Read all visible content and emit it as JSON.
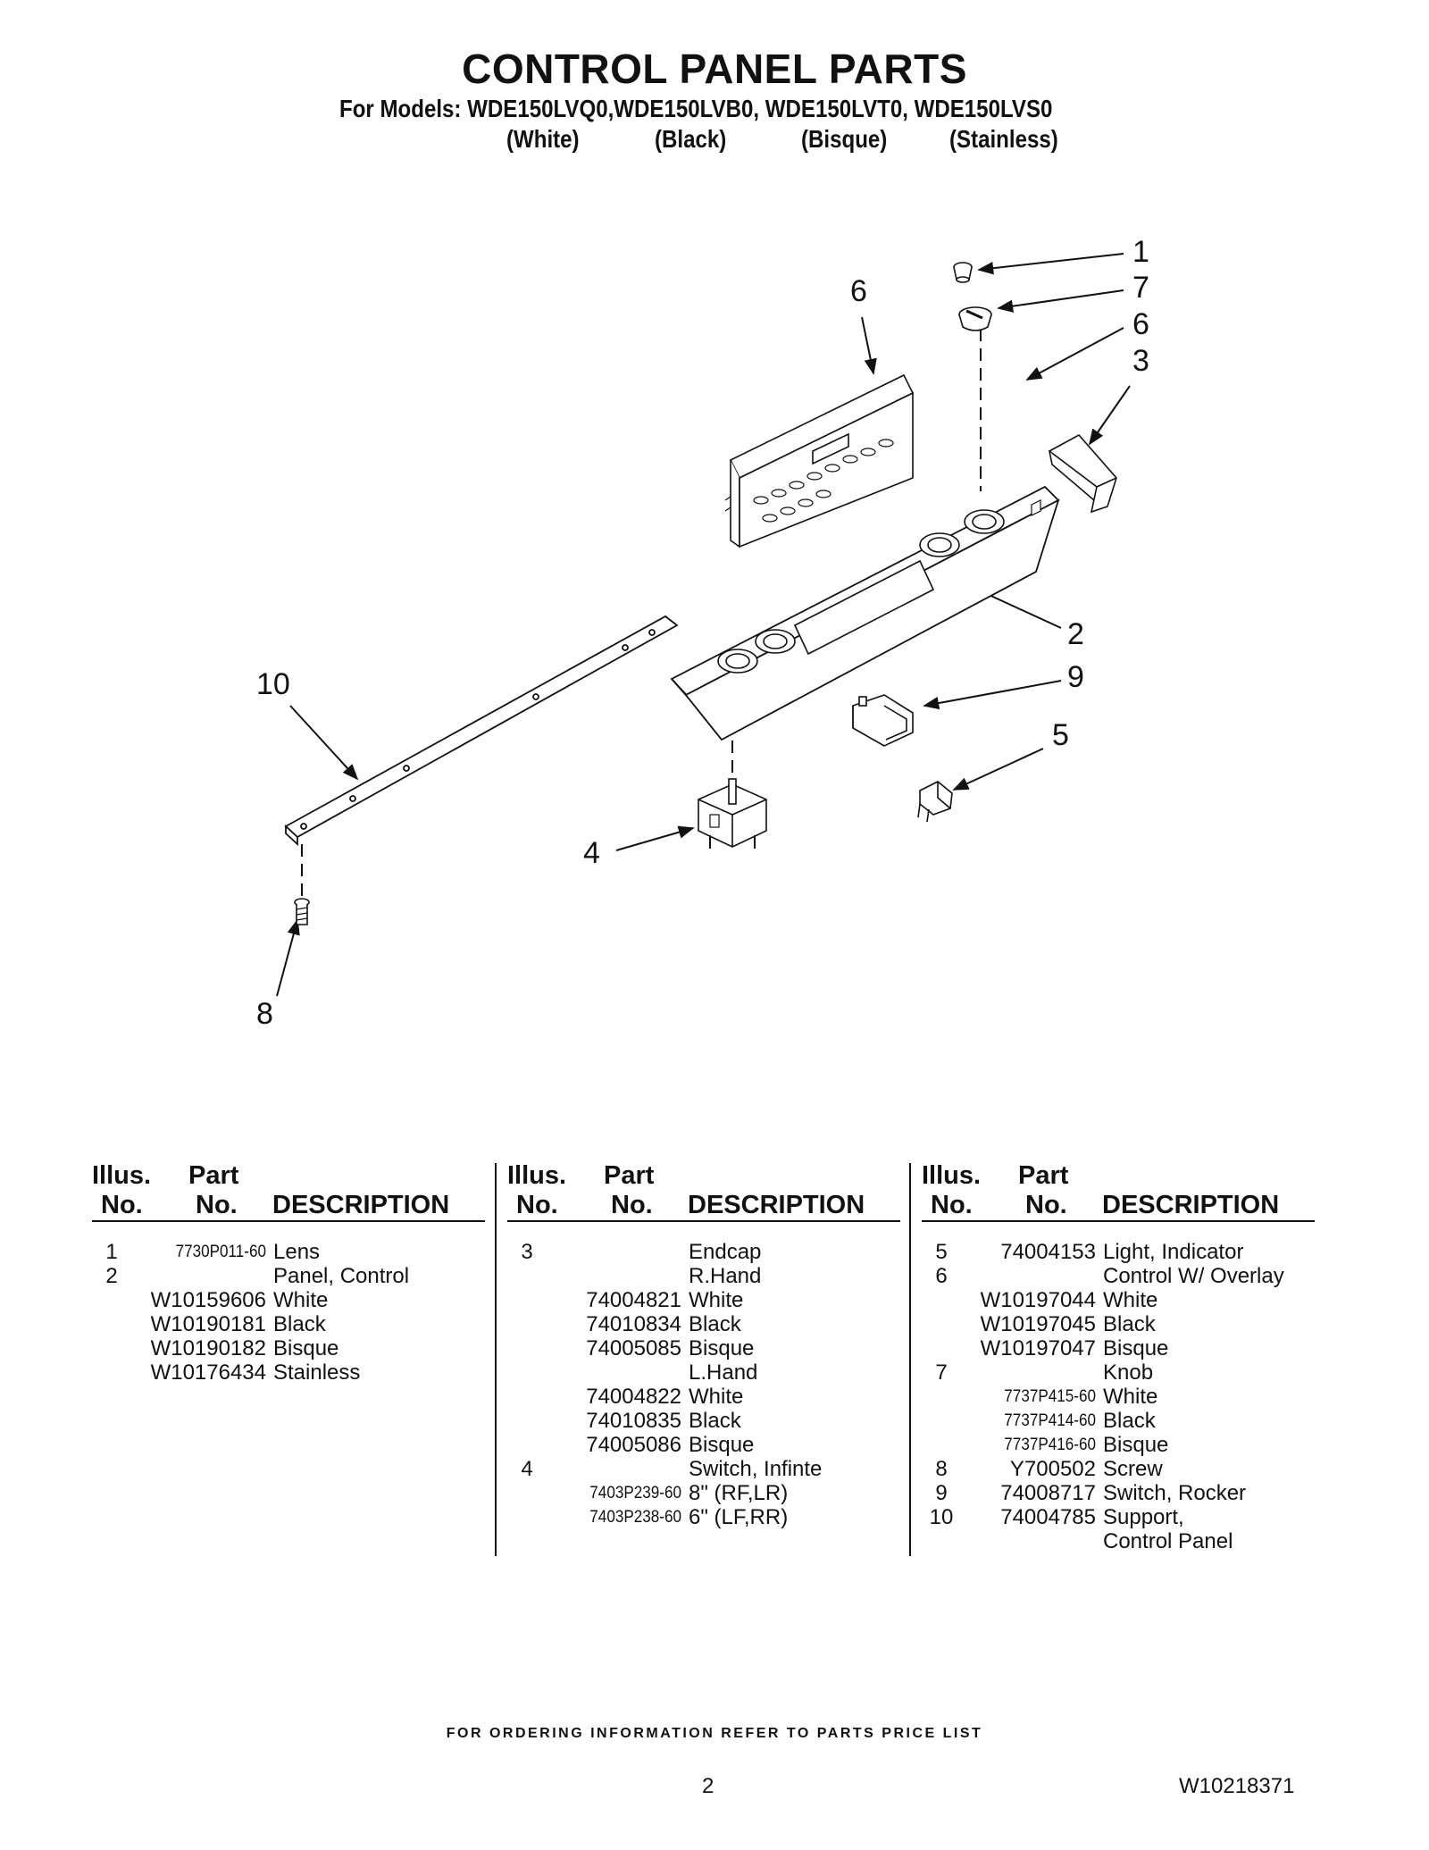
{
  "header": {
    "title": "CONTROL PANEL PARTS",
    "models_line": "For Models: WDE150LVQ0,WDE150LVB0, WDE150LVT0, WDE150LVS0",
    "colors": [
      "(White)",
      "(Black)",
      "(Bisque)",
      "(Stainless)"
    ]
  },
  "diagram": {
    "callouts": [
      "1",
      "7",
      "6",
      "3",
      "6",
      "2",
      "9",
      "5",
      "10",
      "4",
      "8"
    ],
    "display_buttons": [
      "",
      "",
      "",
      "",
      "",
      "",
      "",
      "",
      "",
      "",
      "",
      ""
    ]
  },
  "parts_table": {
    "headers": {
      "illus": "Illus.",
      "no1": "No.",
      "part": "Part",
      "no2": "No.",
      "description": "DESCRIPTION"
    },
    "columns": [
      [
        {
          "illus": "1",
          "part": "7730P011-60",
          "desc": "Lens",
          "small": true
        },
        {
          "illus": "2",
          "part": "",
          "desc": "Panel, Control"
        },
        {
          "illus": "",
          "part": "W10159606",
          "desc": "White"
        },
        {
          "illus": "",
          "part": "W10190181",
          "desc": "Black"
        },
        {
          "illus": "",
          "part": "W10190182",
          "desc": "Bisque"
        },
        {
          "illus": "",
          "part": "W10176434",
          "desc": "Stainless"
        }
      ],
      [
        {
          "illus": "3",
          "part": "",
          "desc": "Endcap"
        },
        {
          "illus": "",
          "part": "",
          "desc": "R.Hand"
        },
        {
          "illus": "",
          "part": "74004821",
          "desc": "White"
        },
        {
          "illus": "",
          "part": "74010834",
          "desc": "Black"
        },
        {
          "illus": "",
          "part": "74005085",
          "desc": "Bisque"
        },
        {
          "illus": "",
          "part": "",
          "desc": "L.Hand"
        },
        {
          "illus": "",
          "part": "74004822",
          "desc": "White"
        },
        {
          "illus": "",
          "part": "74010835",
          "desc": "Black"
        },
        {
          "illus": "",
          "part": "74005086",
          "desc": "Bisque"
        },
        {
          "illus": "4",
          "part": "",
          "desc": "Switch, Infinte"
        },
        {
          "illus": "",
          "part": "7403P239-60",
          "desc": "8\" (RF,LR)",
          "small": true
        },
        {
          "illus": "",
          "part": "7403P238-60",
          "desc": "6\" (LF,RR)",
          "small": true
        }
      ],
      [
        {
          "illus": "5",
          "part": "74004153",
          "desc": "Light, Indicator"
        },
        {
          "illus": "6",
          "part": "",
          "desc": "Control W/ Overlay"
        },
        {
          "illus": "",
          "part": "W10197044",
          "desc": "White"
        },
        {
          "illus": "",
          "part": "W10197045",
          "desc": "Black"
        },
        {
          "illus": "",
          "part": "W10197047",
          "desc": "Bisque"
        },
        {
          "illus": "7",
          "part": "",
          "desc": "Knob"
        },
        {
          "illus": "",
          "part": "7737P415-60",
          "desc": "White",
          "small": true
        },
        {
          "illus": "",
          "part": "7737P414-60",
          "desc": "Black",
          "small": true
        },
        {
          "illus": "",
          "part": "7737P416-60",
          "desc": "Bisque",
          "small": true
        },
        {
          "illus": "8",
          "part": "Y700502",
          "desc": "Screw"
        },
        {
          "illus": "9",
          "part": "74008717",
          "desc": "Switch, Rocker"
        },
        {
          "illus": "10",
          "part": "74004785",
          "desc": "Support,"
        },
        {
          "illus": "",
          "part": "",
          "desc": "Control Panel"
        }
      ]
    ]
  },
  "footer": {
    "ordering_note": "FOR ORDERING INFORMATION REFER TO PARTS PRICE LIST",
    "page_number": "2",
    "document_number": "W10218371"
  }
}
